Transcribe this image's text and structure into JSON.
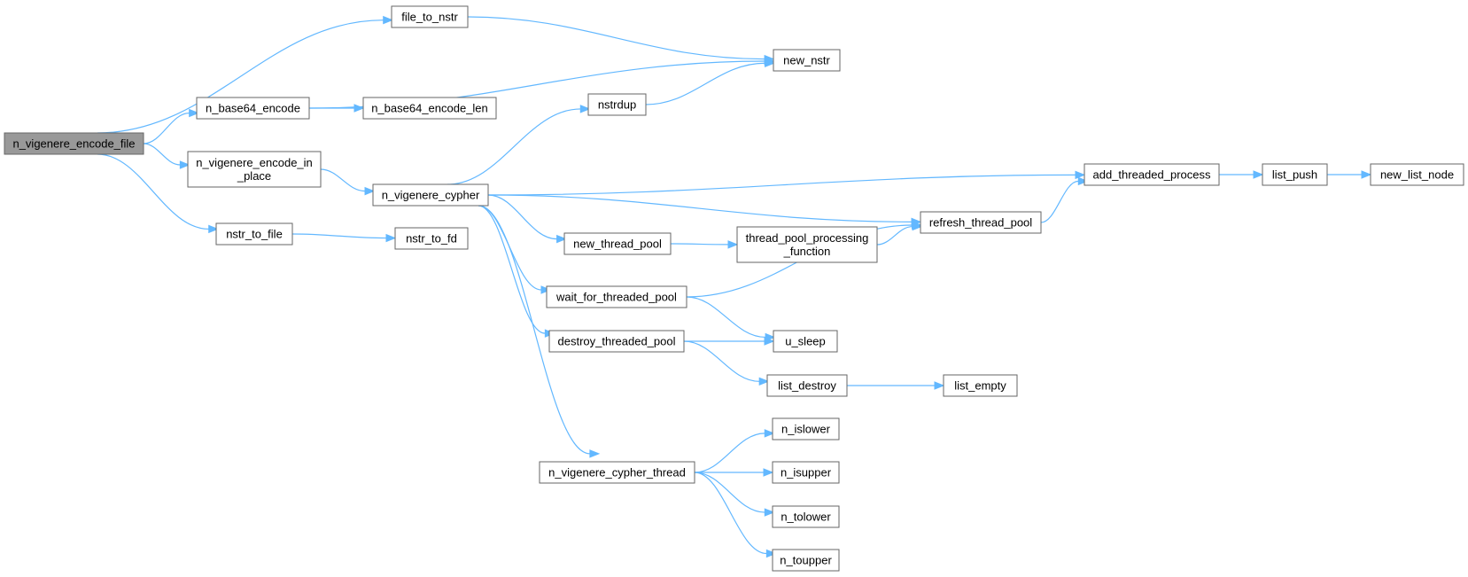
{
  "graph": {
    "nodes": [
      {
        "id": "n_vigenere_encode_file",
        "label": "n_vigenere_encode_file",
        "root": true
      },
      {
        "id": "file_to_nstr",
        "label": "file_to_nstr"
      },
      {
        "id": "new_nstr",
        "label": "new_nstr"
      },
      {
        "id": "n_base64_encode",
        "label": "n_base64_encode"
      },
      {
        "id": "n_base64_encode_len",
        "label": "n_base64_encode_len"
      },
      {
        "id": "n_vigenere_encode_in_place",
        "label": "n_vigenere_encode_in\n_place"
      },
      {
        "id": "n_vigenere_cypher",
        "label": "n_vigenere_cypher"
      },
      {
        "id": "nstrdup",
        "label": "nstrdup"
      },
      {
        "id": "nstr_to_file",
        "label": "nstr_to_file"
      },
      {
        "id": "nstr_to_fd",
        "label": "nstr_to_fd"
      },
      {
        "id": "add_threaded_process",
        "label": "add_threaded_process"
      },
      {
        "id": "list_push",
        "label": "list_push"
      },
      {
        "id": "new_list_node",
        "label": "new_list_node"
      },
      {
        "id": "refresh_thread_pool",
        "label": "refresh_thread_pool"
      },
      {
        "id": "new_thread_pool",
        "label": "new_thread_pool"
      },
      {
        "id": "thread_pool_processing_function",
        "label": "thread_pool_processing\n_function"
      },
      {
        "id": "wait_for_threaded_pool",
        "label": "wait_for_threaded_pool"
      },
      {
        "id": "destroy_threaded_pool",
        "label": "destroy_threaded_pool"
      },
      {
        "id": "u_sleep",
        "label": "u_sleep"
      },
      {
        "id": "list_destroy",
        "label": "list_destroy"
      },
      {
        "id": "list_empty",
        "label": "list_empty"
      },
      {
        "id": "n_vigenere_cypher_thread",
        "label": "n_vigenere_cypher_thread"
      },
      {
        "id": "n_islower",
        "label": "n_islower"
      },
      {
        "id": "n_isupper",
        "label": "n_isupper"
      },
      {
        "id": "n_tolower",
        "label": "n_tolower"
      },
      {
        "id": "n_toupper",
        "label": "n_toupper"
      }
    ],
    "edges": [
      {
        "from": "n_vigenere_encode_file",
        "to": "file_to_nstr"
      },
      {
        "from": "n_vigenere_encode_file",
        "to": "n_base64_encode"
      },
      {
        "from": "n_vigenere_encode_file",
        "to": "n_vigenere_encode_in_place"
      },
      {
        "from": "n_vigenere_encode_file",
        "to": "nstr_to_file"
      },
      {
        "from": "file_to_nstr",
        "to": "new_nstr"
      },
      {
        "from": "n_base64_encode",
        "to": "new_nstr"
      },
      {
        "from": "n_base64_encode",
        "to": "n_base64_encode_len"
      },
      {
        "from": "n_vigenere_encode_in_place",
        "to": "n_vigenere_cypher"
      },
      {
        "from": "nstr_to_file",
        "to": "nstr_to_fd"
      },
      {
        "from": "n_vigenere_cypher",
        "to": "nstrdup"
      },
      {
        "from": "n_vigenere_cypher",
        "to": "add_threaded_process"
      },
      {
        "from": "n_vigenere_cypher",
        "to": "refresh_thread_pool"
      },
      {
        "from": "n_vigenere_cypher",
        "to": "new_thread_pool"
      },
      {
        "from": "n_vigenere_cypher",
        "to": "wait_for_threaded_pool"
      },
      {
        "from": "n_vigenere_cypher",
        "to": "destroy_threaded_pool"
      },
      {
        "from": "n_vigenere_cypher",
        "to": "n_vigenere_cypher_thread"
      },
      {
        "from": "nstrdup",
        "to": "new_nstr"
      },
      {
        "from": "add_threaded_process",
        "to": "list_push"
      },
      {
        "from": "list_push",
        "to": "new_list_node"
      },
      {
        "from": "refresh_thread_pool",
        "to": "add_threaded_process"
      },
      {
        "from": "new_thread_pool",
        "to": "thread_pool_processing_function"
      },
      {
        "from": "thread_pool_processing_function",
        "to": "refresh_thread_pool"
      },
      {
        "from": "wait_for_threaded_pool",
        "to": "refresh_thread_pool"
      },
      {
        "from": "wait_for_threaded_pool",
        "to": "u_sleep"
      },
      {
        "from": "destroy_threaded_pool",
        "to": "u_sleep"
      },
      {
        "from": "destroy_threaded_pool",
        "to": "list_destroy"
      },
      {
        "from": "list_destroy",
        "to": "list_empty"
      },
      {
        "from": "n_vigenere_cypher_thread",
        "to": "n_islower"
      },
      {
        "from": "n_vigenere_cypher_thread",
        "to": "n_isupper"
      },
      {
        "from": "n_vigenere_cypher_thread",
        "to": "n_tolower"
      },
      {
        "from": "n_vigenere_cypher_thread",
        "to": "n_toupper"
      }
    ],
    "colors": {
      "edge": "#63b8ff",
      "node_border": "#666666",
      "root_fill": "#999999",
      "node_fill": "#ffffff"
    }
  }
}
